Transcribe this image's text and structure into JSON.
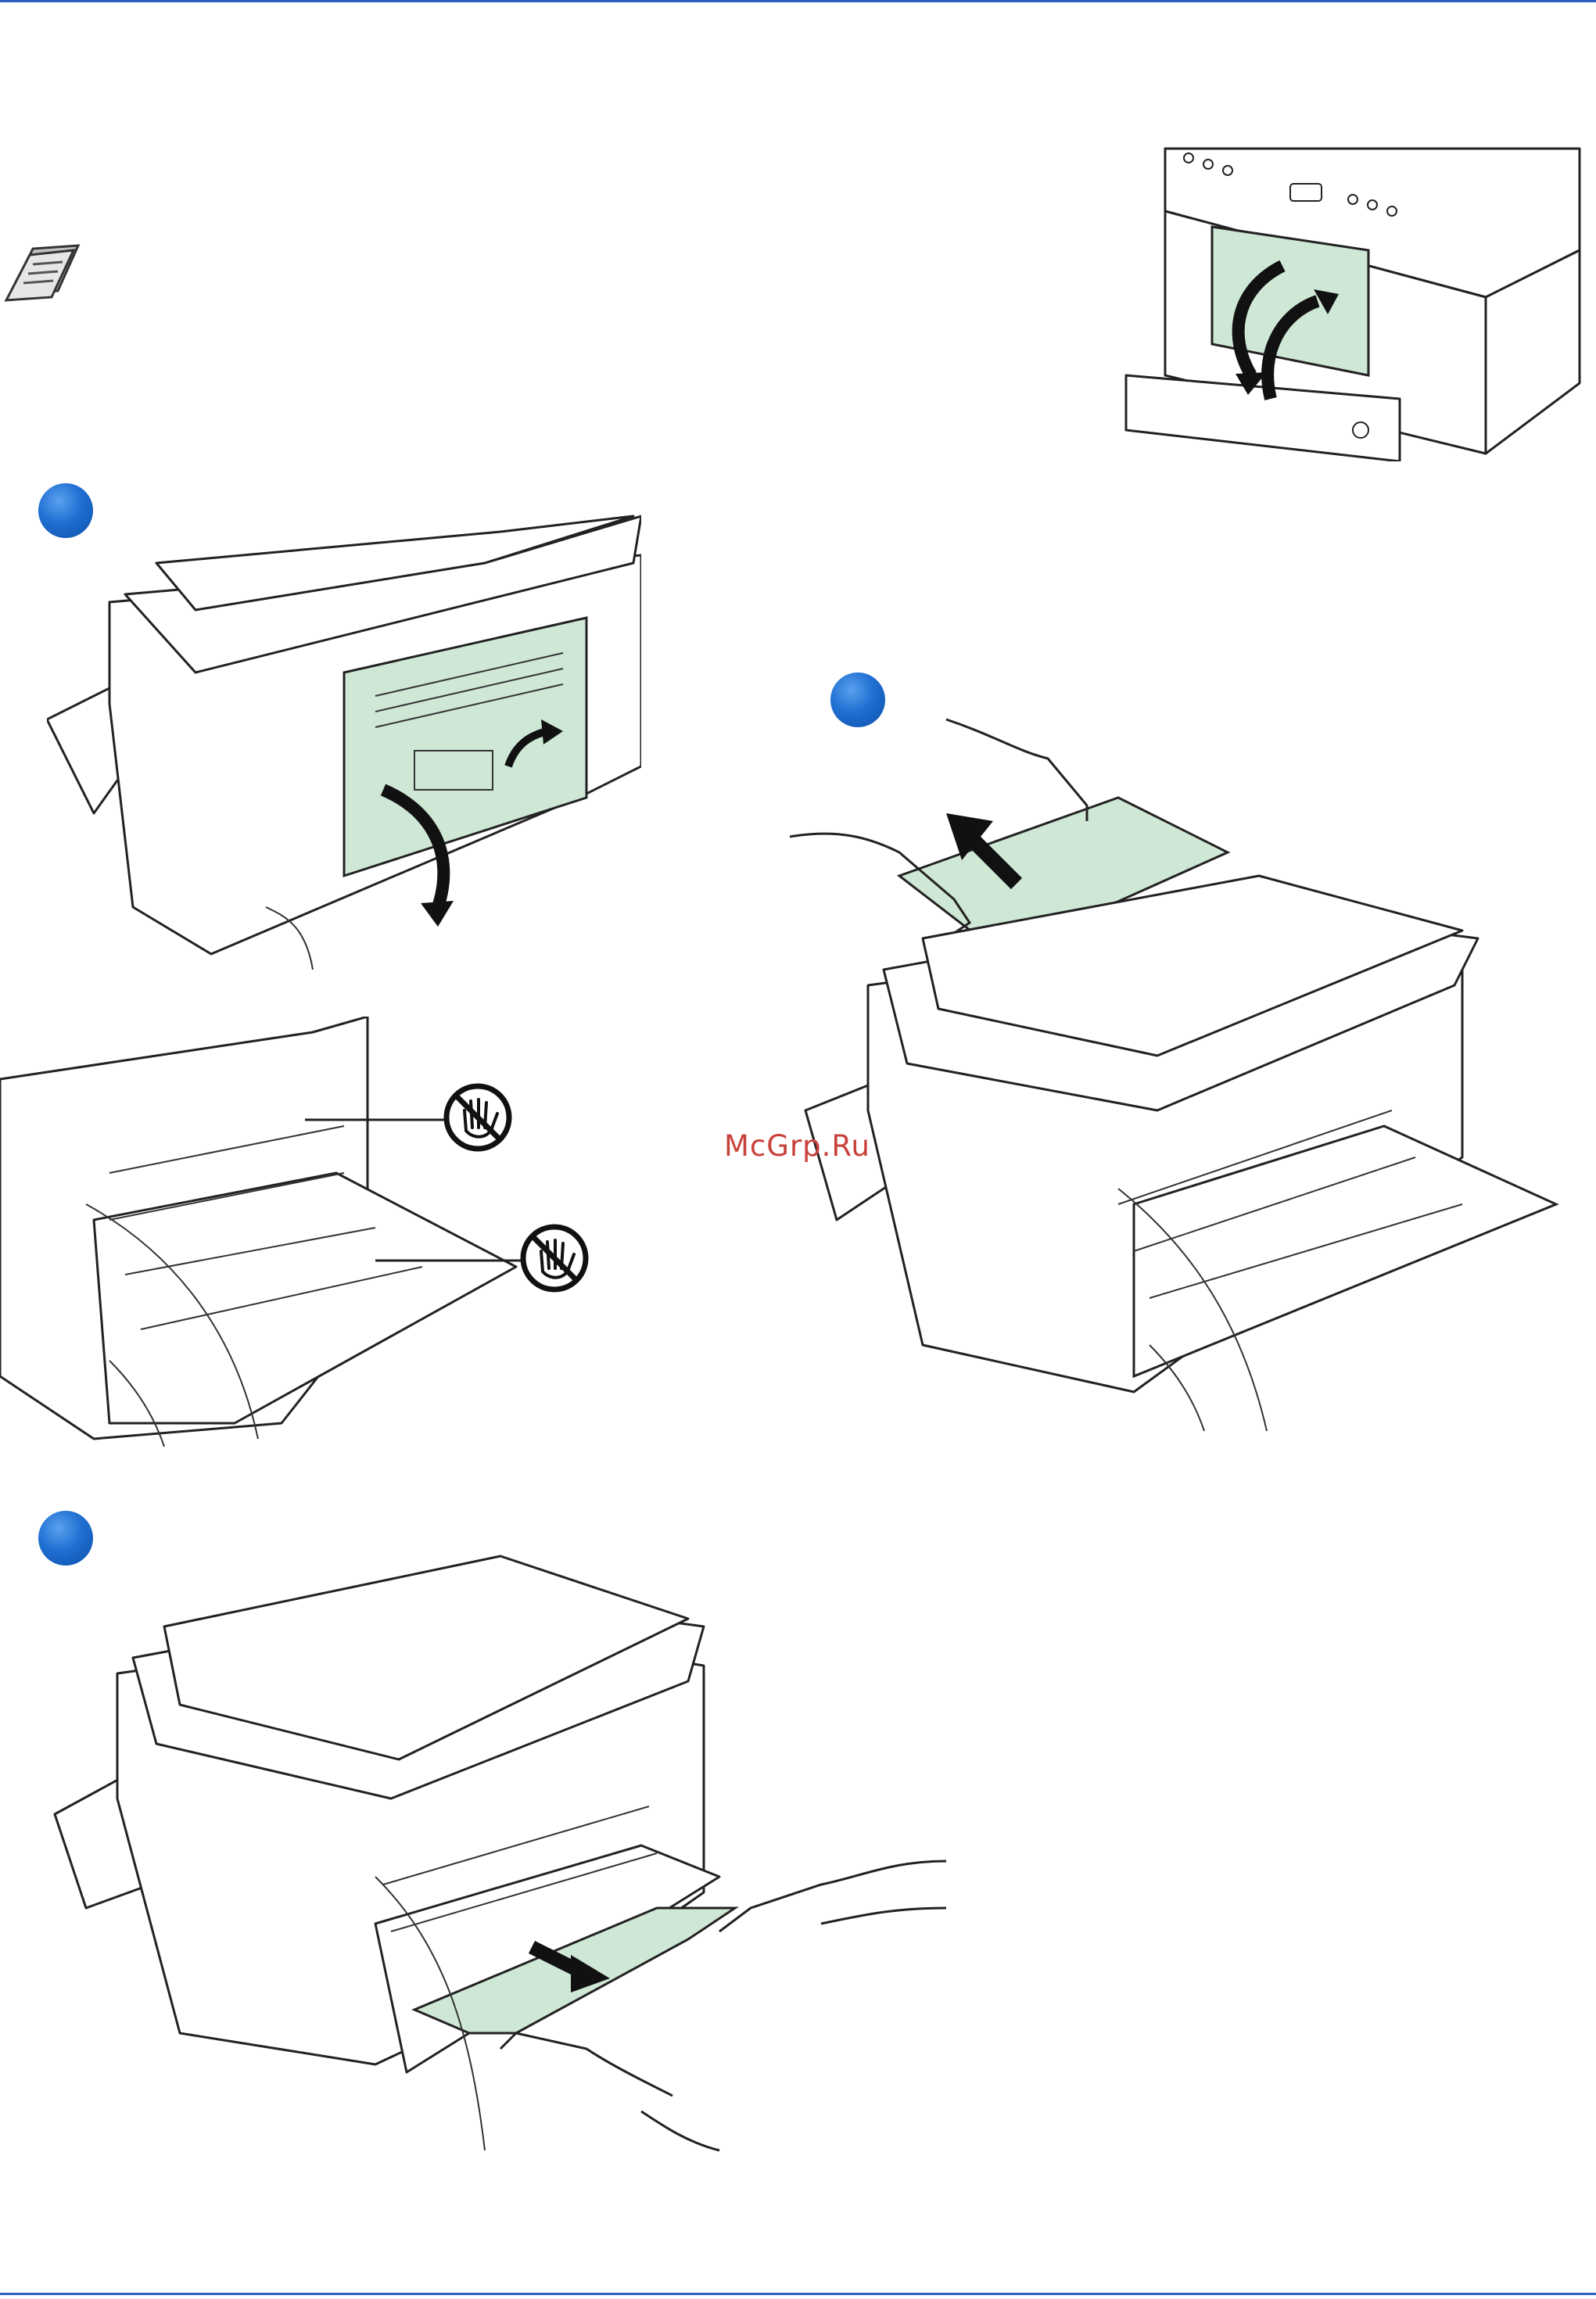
{
  "watermark": {
    "text": "McGrp.Ru"
  },
  "steps": [
    {
      "id": 1,
      "label": ""
    },
    {
      "id": 2,
      "label": ""
    },
    {
      "id": 3,
      "label": ""
    }
  ],
  "colors": {
    "rule": "#2d5fc0",
    "step_badge": "#1f6fd2",
    "paper_highlight": "#cfe8d6",
    "watermark": "#c8403a"
  },
  "icons": {
    "note": "note-page-icon",
    "warning": "do-not-touch-icon"
  }
}
